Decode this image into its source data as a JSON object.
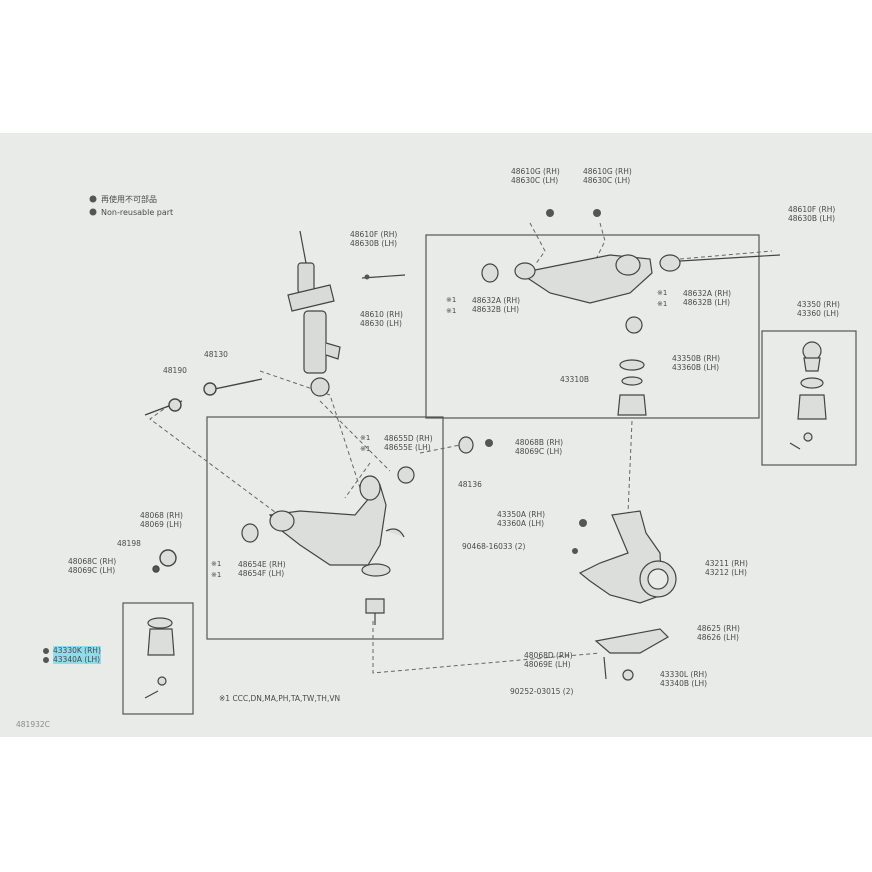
{
  "legend": {
    "line1": "再使用不可部品",
    "line2": "Non-reusable part"
  },
  "labels": {
    "p48610g": {
      "a": "48610G (RH)",
      "b": "48630C (LH)"
    },
    "p48610f": {
      "a": "48610F (RH)",
      "b": "48630B (LH)"
    },
    "p48610f_left": {
      "a": "48610F (RH)",
      "b": "48630B (LH)"
    },
    "p48610": {
      "a": "48610 (RH)",
      "b": "48630 (LH)"
    },
    "p48632_l": {
      "a": "48632A (RH)",
      "b": "48632B (LH)"
    },
    "p48632_r": {
      "a": "48632A (RH)",
      "b": "48632B (LH)"
    },
    "p43350": {
      "a": "43350 (RH)",
      "b": "43360 (LH)"
    },
    "p43350b": {
      "a": "43350B (RH)",
      "b": "43360B (LH)"
    },
    "p43310": "43310B",
    "p48130": "48130",
    "p48190": "48190",
    "p48655": {
      "a": "48655D (RH)",
      "b": "48655E (LH)"
    },
    "p48068b": {
      "a": "48068B (RH)",
      "b": "48069C (LH)"
    },
    "p48136": "48136",
    "p48068": {
      "a": "48068 (RH)",
      "b": "48069 (LH)"
    },
    "p48198": "48198",
    "p48068c": {
      "a": "48068C (RH)",
      "b": "48069C (LH)"
    },
    "p48654": {
      "a": "48654E (RH)",
      "b": "48654F (LH)"
    },
    "p43350a": {
      "a": "43350A (RH)",
      "b": "43360A (LH)"
    },
    "p90468": "90468-16033 (2)",
    "p43211": {
      "a": "43211 (RH)",
      "b": "43212 (LH)"
    },
    "p48625": {
      "a": "48625 (RH)",
      "b": "48626 (LH)"
    },
    "p48068d": {
      "a": "48068D (RH)",
      "b": "48069E (LH)"
    },
    "p43330": {
      "a": "43330L (RH)",
      "b": "43340B (LH)"
    },
    "p90252": "90252-03015 (2)",
    "p43330k": {
      "a": "43330K (RH)",
      "b": "43340A (LH)"
    },
    "star1": "※1",
    "footnote": "※1 CCC,DN,MA,PH,TA,TW,TH,VN",
    "figure_code": "481932C"
  },
  "colors": {
    "paper": "#e9ebe9",
    "ink": "#4a4a4a",
    "highlight": "#8fdcec"
  }
}
